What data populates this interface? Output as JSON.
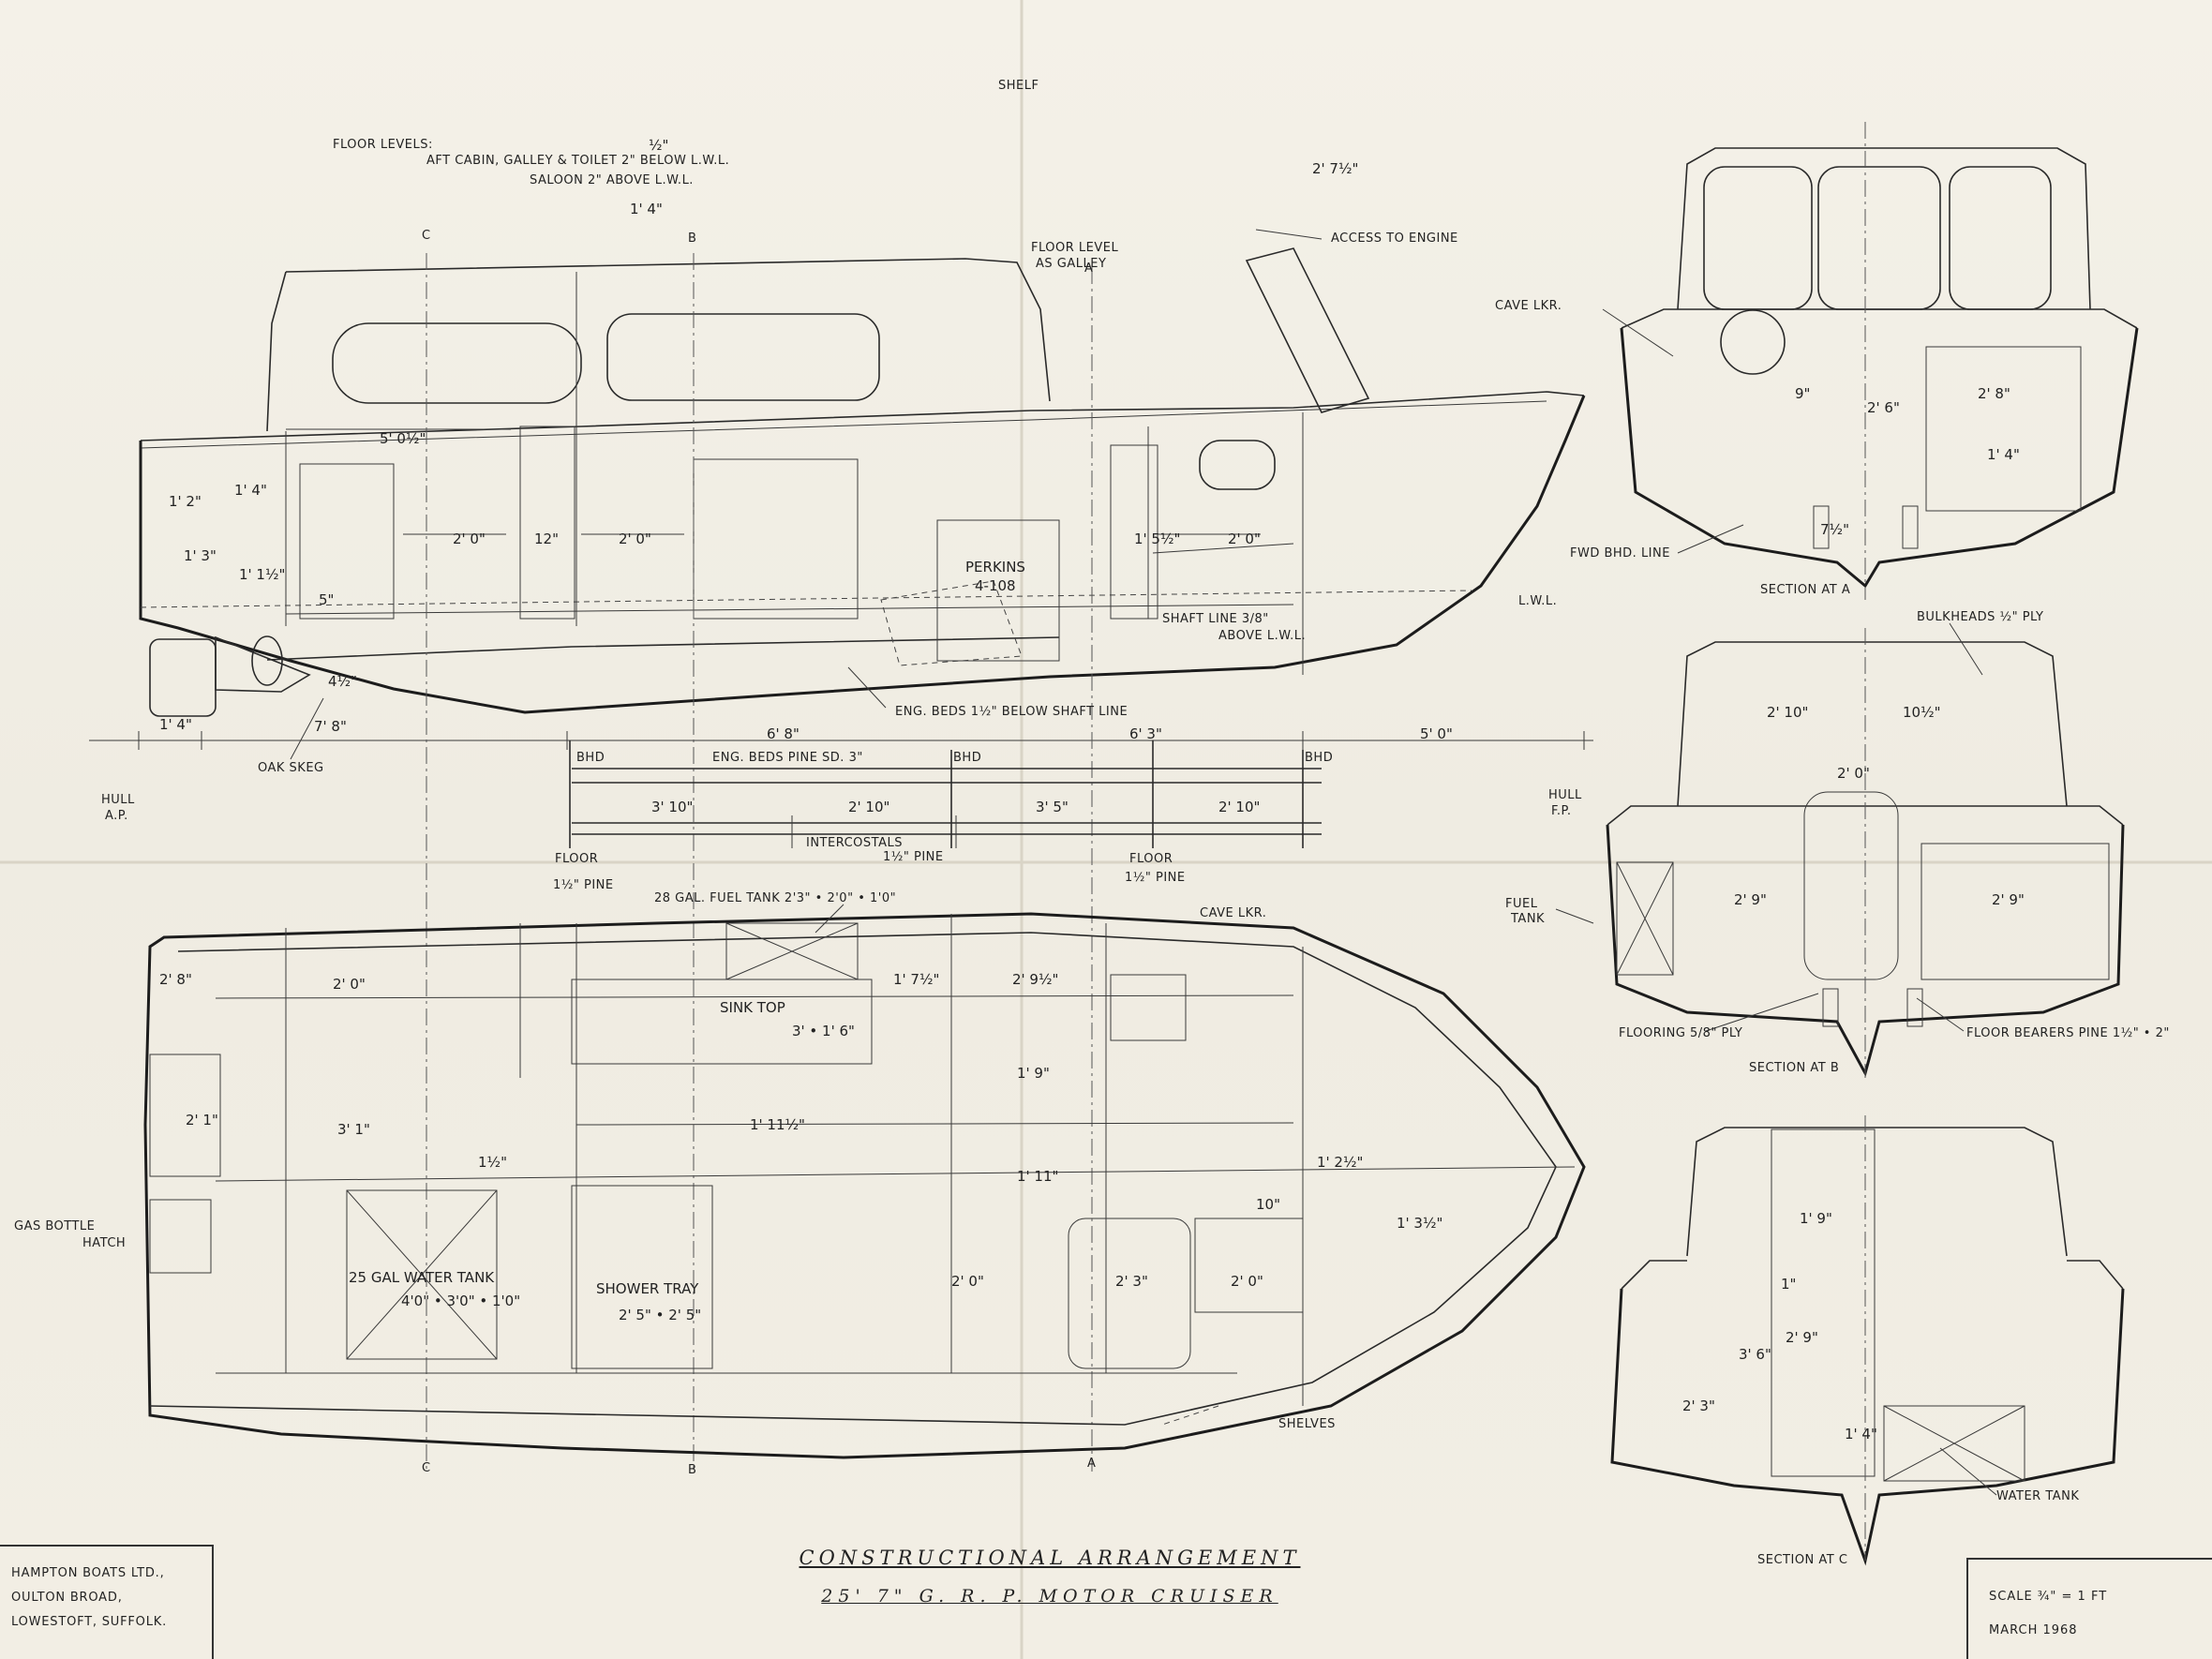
{
  "notes": {
    "floor_levels_title": "FLOOR LEVELS:",
    "floor_levels_line1": "AFT CABIN, GALLEY & TOILET 2\" BELOW L.W.L.",
    "floor_levels_line2": "SALOON 2\" ABOVE L.W.L.",
    "shelf": "SHELF",
    "floor_level_as_galley_1": "FLOOR LEVEL",
    "floor_level_as_galley_2": "AS GALLEY",
    "access_to_engine": "ACCESS TO ENGINE",
    "perkins_1": "PERKINS",
    "perkins_2": "4-108",
    "shaft_line_1": "SHAFT LINE 3/8\"",
    "shaft_line_2": "ABOVE L.W.L.",
    "lwl": "L.W.L.",
    "eng_beds": "ENG. BEDS 1½\" BELOW SHAFT LINE",
    "oak_skeg": "OAK SKEG",
    "hull_ap_1": "HULL",
    "hull_ap_2": "A.P.",
    "hull_fp_1": "HULL",
    "hull_fp_2": "F.P.",
    "bhd": "BHD",
    "eng_beds_pine": "ENG. BEDS PINE SD. 3\"",
    "intercostals": "INTERCOSTALS",
    "intercostals_pine": "1½\" PINE",
    "floor": "FLOOR",
    "floor_pine": "1½\" PINE",
    "fuel_tank_28": "28 GAL. FUEL TANK 2'3\" • 2'0\" • 1'0\"",
    "cave_lkr": "CAVE LKR.",
    "sink_top_1": "SINK TOP",
    "sink_top_2": "3' • 1' 6\"",
    "gas_bottle_1": "GAS BOTTLE",
    "gas_bottle_2": "HATCH",
    "water_tank_25_1": "25 GAL WATER TANK",
    "water_tank_25_2": "4'0\" • 3'0\" • 1'0\"",
    "shower_tray_1": "SHOWER TRAY",
    "shower_tray_2": "2' 5\" • 2' 5\"",
    "shelves": "SHELVES",
    "fuel_tank_1": "FUEL",
    "fuel_tank_2": "TANK",
    "cave_lkr_sec": "CAVE LKR.",
    "fwd_bhd_line": "FWD BHD. LINE",
    "bulkheads_ply": "BULKHEADS ½\" PLY",
    "flooring_ply": "FLOORING 5/8\" PLY",
    "floor_bearers": "FLOOR BEARERS PINE 1½\" • 2\"",
    "water_tank": "WATER TANK",
    "section_a": "SECTION AT A",
    "section_b": "SECTION AT B",
    "section_c": "SECTION AT C"
  },
  "section_marks": {
    "a": "A",
    "b": "B",
    "c": "C"
  },
  "dims": {
    "d_half": "½\"",
    "d_1_4_top": "1' 4\"",
    "d_2_7half": "2' 7½\"",
    "d_5_0half": "5' 0½\"",
    "d_1_2": "1' 2\"",
    "d_1_4": "1' 4\"",
    "d_1_3": "1' 3\"",
    "d_1_1half": "1' 1½\"",
    "d_5": "5\"",
    "d_2_0_a": "2' 0\"",
    "d_12": "12\"",
    "d_2_0_b": "2' 0\"",
    "d_1_5half": "1' 5½\"",
    "d_2_0_c": "2' 0\"",
    "d_4half": "4½\"",
    "d_1_4_bot": "1' 4\"",
    "d_7_8": "7' 8\"",
    "d_6_8": "6' 8\"",
    "d_6_3": "6' 3\"",
    "d_5_0": "5' 0\"",
    "d_3_10": "3' 10\"",
    "d_2_10_a": "2' 10\"",
    "d_3_5": "3' 5\"",
    "d_2_10_b": "2' 10\"",
    "p_2_8": "2' 8\"",
    "p_2_0": "2' 0\"",
    "p_1_7half": "1' 7½\"",
    "p_2_9half": "2' 9½\"",
    "p_2_1": "2' 1\"",
    "p_3_1": "3' 1\"",
    "p_1half": "1½\"",
    "p_1_11half": "1' 11½\"",
    "p_1_9": "1' 9\"",
    "p_1_11": "1' 11\"",
    "p_1_2half": "1' 2½\"",
    "p_10": "10\"",
    "p_1_3half": "1' 3½\"",
    "p_2_0_b": "2' 0\"",
    "p_2_3": "2' 3\"",
    "p_2_0_c": "2' 0\"",
    "sa_9": "9\"",
    "sa_2_6": "2' 6\"",
    "sa_2_8": "2' 8\"",
    "sa_1_4": "1' 4\"",
    "sa_7half": "7½\"",
    "sb_2_10": "2' 10\"",
    "sb_10half": "10½\"",
    "sb_2_0": "2' 0\"",
    "sb_2_9": "2' 9\"",
    "sb_2_9b": "2' 9\"",
    "sc_1_9": "1' 9\"",
    "sc_1": "1\"",
    "sc_2_9": "2' 9\"",
    "sc_3_6": "3' 6\"",
    "sc_2_3": "2' 3\"",
    "sc_1_4": "1' 4\""
  },
  "maker": {
    "line1": "HAMPTON BOATS LTD.,",
    "line2": "OULTON BROAD,",
    "line3": "LOWESTOFT, SUFFOLK."
  },
  "scale": {
    "scale": "SCALE ¾\" = 1 FT",
    "date": "MARCH 1968"
  },
  "title": {
    "main": "CONSTRUCTIONAL ARRANGEMENT",
    "sub": "25' 7\" G. R. P. MOTOR CRUISER"
  }
}
